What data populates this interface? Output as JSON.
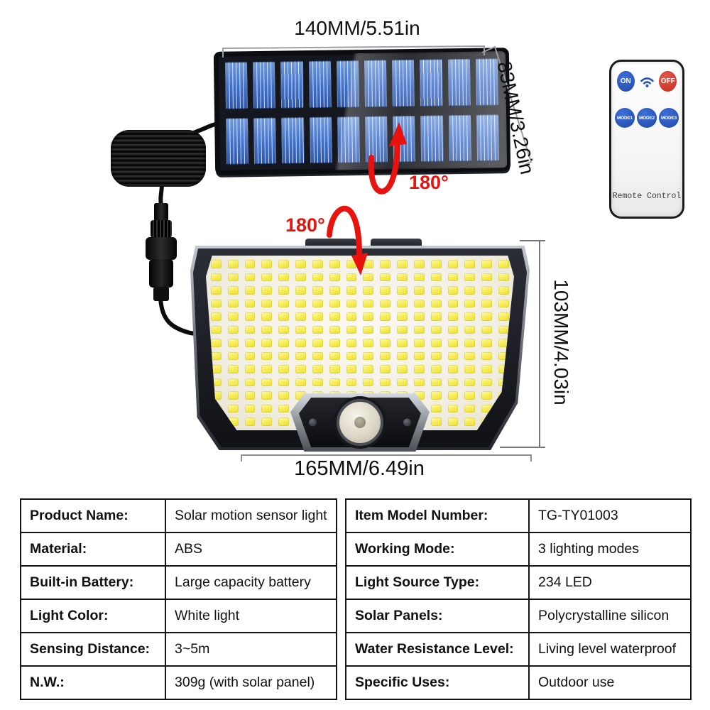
{
  "diagram": {
    "solar_panel": {
      "width_dim": "140MM/5.51in",
      "height_dim": "83MM/3.26in",
      "rotation": "180°"
    },
    "light": {
      "height_dim": "103MM/4.03in",
      "width_dim": "165MM/6.49in",
      "rotation": "180°"
    }
  },
  "remote": {
    "on": "ON",
    "off": "OFF",
    "modes": [
      "MODE1",
      "MODE2",
      "MODE3"
    ],
    "caption": "Remote Control"
  },
  "spec_table": {
    "left": [
      {
        "label": "Product Name:",
        "value": "Solar motion sensor light"
      },
      {
        "label": "Material:",
        "value": "ABS"
      },
      {
        "label": "Built-in Battery:",
        "value": "Large capacity battery"
      },
      {
        "label": "Light Color:",
        "value": "White light"
      },
      {
        "label": "Sensing Distance:",
        "value": "3~5m"
      },
      {
        "label": "N.W.:",
        "value": "309g (with solar panel)"
      }
    ],
    "right": [
      {
        "label": "Item Model Number:",
        "value": "TG-TY01003"
      },
      {
        "label": "Working Mode:",
        "value": "3 lighting modes"
      },
      {
        "label": "Light Source Type:",
        "value": "234 LED"
      },
      {
        "label": "Solar Panels:",
        "value": "Polycrystalline silicon"
      },
      {
        "label": "Water Resistance Level:",
        "value": "Living level waterproof"
      },
      {
        "label": "Specific Uses:",
        "value": "Outdoor use"
      }
    ]
  },
  "colors": {
    "accent_red": "#e8120e",
    "remote_blue": "#2453c0",
    "remote_red": "#d63a2c",
    "led_yellow": "#f5e94e",
    "solar_cell_blue": "#3f6fc8"
  }
}
